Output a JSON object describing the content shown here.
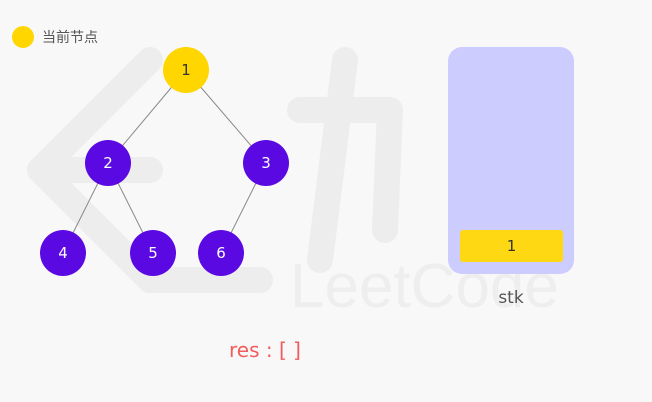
{
  "legend": {
    "label": "当前节点"
  },
  "colors": {
    "current_node": "#ffd600",
    "node": "#5b09e2",
    "edge": "#888888",
    "stack_bg": "#ccccff",
    "stack_item": "#ffd814",
    "result_text": "#f25c5c"
  },
  "tree": {
    "nodes": [
      {
        "id": "1",
        "label": "1",
        "current": true
      },
      {
        "id": "2",
        "label": "2"
      },
      {
        "id": "3",
        "label": "3"
      },
      {
        "id": "4",
        "label": "4"
      },
      {
        "id": "5",
        "label": "5"
      },
      {
        "id": "6",
        "label": "6"
      }
    ],
    "edges": [
      [
        "1",
        "2"
      ],
      [
        "1",
        "3"
      ],
      [
        "2",
        "4"
      ],
      [
        "2",
        "5"
      ],
      [
        "3",
        "6"
      ]
    ]
  },
  "stack": {
    "label": "stk",
    "items": [
      "1"
    ]
  },
  "result": {
    "text": "res : [ ]"
  },
  "watermark": {
    "text": "LeetCode",
    "cn": "力扣"
  }
}
